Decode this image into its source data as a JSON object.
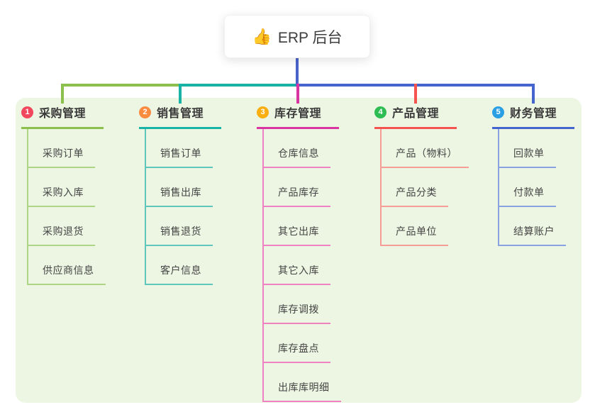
{
  "root": {
    "icon": "👍",
    "label": "ERP 后台"
  },
  "colors": {
    "page_background": "#ffffff",
    "panel_background": "#ecf6e3",
    "root_connector": "#4a63cb",
    "text": "#3b3b3b"
  },
  "branches": [
    {
      "badge": "1",
      "title": "采购管理",
      "badge_color": "#f2485e",
      "line_color": "#8cc04d",
      "child_line_color": "#aed584",
      "children": [
        "采购订单",
        "采购入库",
        "采购退货",
        "供应商信息"
      ]
    },
    {
      "badge": "2",
      "title": "销售管理",
      "badge_color": "#f98b3e",
      "line_color": "#18b2a6",
      "child_line_color": "#5ec6bb",
      "children": [
        "销售订单",
        "销售出库",
        "销售退货",
        "客户信息"
      ]
    },
    {
      "badge": "3",
      "title": "库存管理",
      "badge_color": "#f9ae12",
      "line_color": "#d935a2",
      "child_line_color": "#ee82c3",
      "children": [
        "仓库信息",
        "产品库存",
        "其它出库",
        "其它入库",
        "库存调拨",
        "库存盘点",
        "出库库明细"
      ]
    },
    {
      "badge": "4",
      "title": "产品管理",
      "badge_color": "#2ebd52",
      "line_color": "#f4534f",
      "child_line_color": "#f79d98",
      "children": [
        "产品（物料）",
        "产品分类",
        "产品单位"
      ]
    },
    {
      "badge": "5",
      "title": "财务管理",
      "badge_color": "#2b9fe4",
      "line_color": "#4365cd",
      "child_line_color": "#8aa2e3",
      "children": [
        "回款单",
        "付款单",
        "结算账户"
      ]
    }
  ]
}
